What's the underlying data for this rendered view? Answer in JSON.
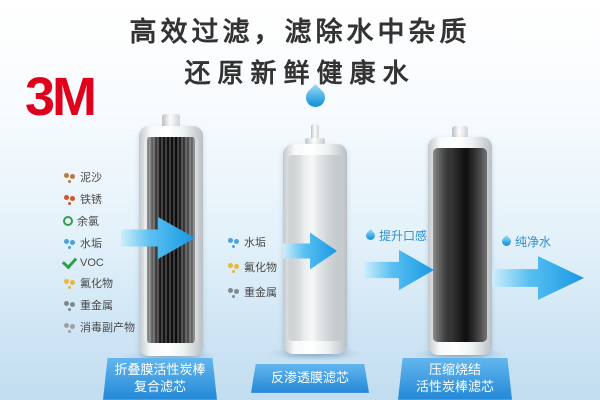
{
  "title": {
    "line1": "高效过滤，滤除水中杂质",
    "line2": "还原新鲜健康水"
  },
  "brand": {
    "logo_text": "3M"
  },
  "flow": {
    "stage1": {
      "removes": [
        {
          "label": "泥沙",
          "icon": "sediment-dots",
          "color": "#b97a3c"
        },
        {
          "label": "铁锈",
          "icon": "rust-dots",
          "color": "#d2542a"
        },
        {
          "label": "余氯",
          "icon": "chlorine-ring",
          "color": "#2e9e4f"
        },
        {
          "label": "水垢",
          "icon": "scale-dots",
          "color": "#4aa3df"
        },
        {
          "label": "VOC",
          "icon": "voc-check",
          "color": "#2e9e4f"
        },
        {
          "label": "氟化物",
          "icon": "fluoride-dots",
          "color": "#e8b83d"
        },
        {
          "label": "重金属",
          "icon": "heavy-metal-dots",
          "color": "#80888f"
        },
        {
          "label": "消毒副产物",
          "icon": "byproducts-dots",
          "color": "#9aa0a5"
        }
      ],
      "caption": [
        "折叠膜活性炭棒",
        "复合滤芯"
      ]
    },
    "stage2": {
      "removes": [
        {
          "label": "水垢",
          "icon": "scale-dots",
          "color": "#4aa3df"
        },
        {
          "label": "氟化物",
          "icon": "fluoride-dots",
          "color": "#e8b83d"
        },
        {
          "label": "重金属",
          "icon": "heavy-metal-dots",
          "color": "#80888f"
        }
      ],
      "caption": [
        "反渗透膜滤芯"
      ]
    },
    "stage3": {
      "arrow_label": "提升口感",
      "caption": [
        "压缩烧结",
        "活性炭棒滤芯"
      ]
    },
    "output_label": "纯净水"
  },
  "colors": {
    "brand_red": "#e0001b",
    "arrow_blue": "#1f9ce2",
    "caption_blue": "#2488d6",
    "drop_blue": "#1b98dc",
    "title_text": "#333333"
  }
}
